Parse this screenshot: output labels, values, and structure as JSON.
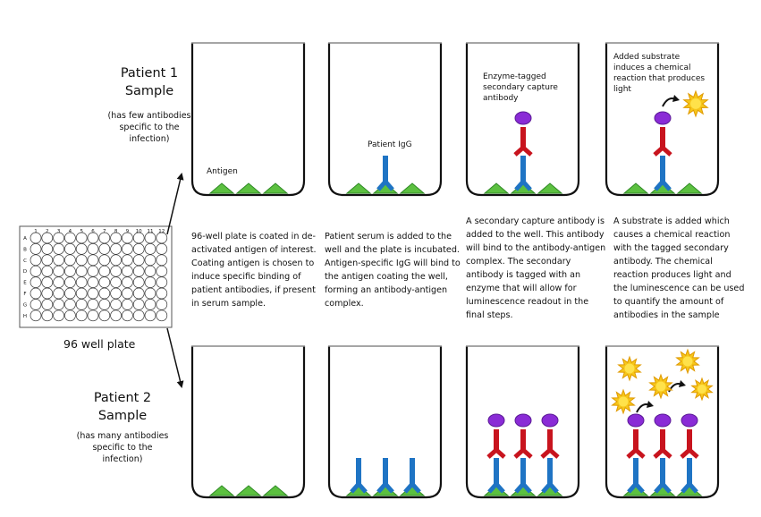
{
  "patient1": {
    "title_line1": "Patient 1",
    "title_line2": "Sample",
    "note_line1": "(has few antibodies",
    "note_line2": "specific to the",
    "note_line3": "infection)"
  },
  "patient2": {
    "title_line1": "Patient 2",
    "title_line2": "Sample",
    "note_line1": "(has many antibodies",
    "note_line2": "specific to the",
    "note_line3": "infection)"
  },
  "plate": {
    "label": "96 well plate",
    "columns": [
      "1",
      "2",
      "3",
      "4",
      "5",
      "6",
      "7",
      "8",
      "9",
      "10",
      "11",
      "12"
    ],
    "rows": [
      "A",
      "B",
      "C",
      "D",
      "E",
      "F",
      "G",
      "H"
    ]
  },
  "labels": {
    "antigen": "Antigen",
    "patient_igg": "Patient IgG",
    "enzyme_line1": "Enzyme-tagged",
    "enzyme_line2": "secondary capture",
    "enzyme_line3": "antibody",
    "substrate_line1": "Added substrate",
    "substrate_line2": "induces a chemical",
    "substrate_line3": "reaction that produces",
    "substrate_line4": "light"
  },
  "steps": [
    {
      "lines": [
        "96-well plate is coated in de-",
        "activated antigen of interest.",
        "Coating antigen is chosen to",
        "induce specific binding of",
        "patient antibodies, if present",
        "in serum sample."
      ]
    },
    {
      "lines": [
        "Patient serum is added to the",
        "well and the plate is incubated.",
        "Antigen-specific IgG will bind to",
        "the antigen coating the well,",
        "forming an antibody-antigen",
        "complex."
      ]
    },
    {
      "lines": [
        "A secondary capture antibody is",
        "added to the well. This antibody",
        "will bind to the antibody-antigen",
        "complex. The secondary",
        "antibody is tagged with an",
        "enzyme that will allow for",
        "luminescence readout in the",
        "final steps."
      ]
    },
    {
      "lines": [
        "A substrate is added which",
        "causes a chemical reaction",
        "with the tagged secondary",
        "antibody. The chemical",
        "reaction produces light and",
        "the luminescence can be used",
        "to quantify the amount of",
        "antibodies in the sample"
      ]
    }
  ],
  "colors": {
    "antigen": "#5cc040",
    "antigen_stroke": "#2f8a25",
    "igg": "#1f74c4",
    "secondary": "#c8141e",
    "enzyme": "#8a2bd6",
    "light": "#f6c61a",
    "light_stroke": "#e09a00"
  }
}
